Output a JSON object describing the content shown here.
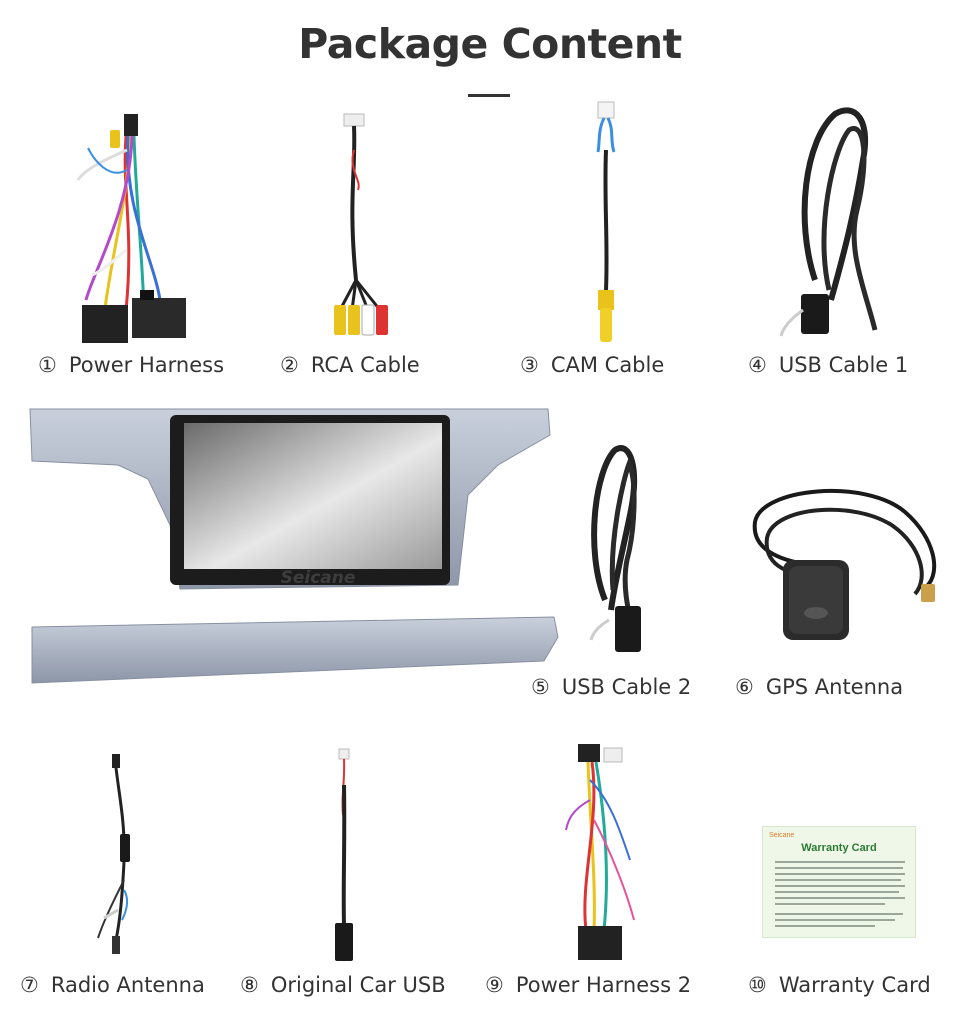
{
  "page": {
    "title": "Package Content",
    "background": "#ffffff",
    "text_color": "#333333"
  },
  "items": [
    {
      "num": "①",
      "label": "Power Harness"
    },
    {
      "num": "②",
      "label": "RCA Cable"
    },
    {
      "num": "③",
      "label": "CAM Cable"
    },
    {
      "num": "④",
      "label": "USB Cable 1"
    },
    {
      "num": "⑤",
      "label": "USB Cable 2"
    },
    {
      "num": "⑥",
      "label": "GPS Antenna"
    },
    {
      "num": "⑦",
      "label": "Radio Antenna"
    },
    {
      "num": "⑧",
      "label": "Original Car USB"
    },
    {
      "num": "⑨",
      "label": "Power Harness 2"
    },
    {
      "num": "⑩",
      "label": "Warranty Card"
    }
  ],
  "head_unit": {
    "brand": "Seicane"
  },
  "warranty_card": {
    "brand": "Seicane",
    "title": "Warranty Card"
  }
}
